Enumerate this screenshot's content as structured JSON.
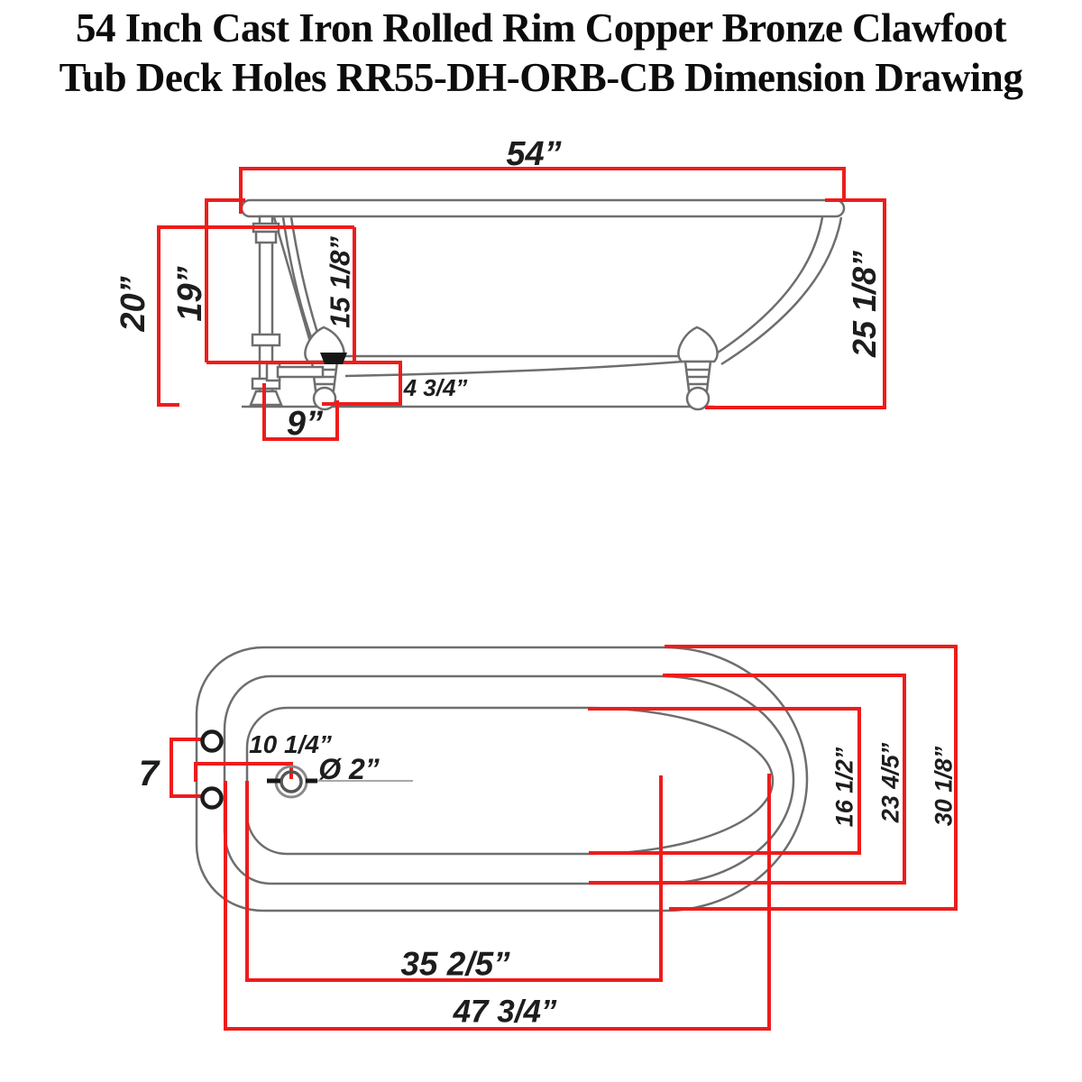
{
  "title": {
    "line1": "54 Inch Cast Iron Rolled Rim Copper Bronze Clawfoot",
    "line2": "Tub Deck Holes RR55-DH-ORB-CB Dimension Drawing"
  },
  "colors": {
    "dimension_red": "#ee1c1c",
    "drawing_gray": "#6e6e6e",
    "text_black": "#1d1d1d"
  },
  "side_view": {
    "labels": {
      "overall_length": "54”",
      "faucet_height": "20”",
      "rim_to_bottom": "19”",
      "interior_depth": "15 1/8”",
      "overall_height": "25 1/8”",
      "drain_to_floor": "4 3/4”",
      "drain_offset": "9”"
    }
  },
  "top_view": {
    "labels": {
      "faucet_hole_spacing": "7",
      "drain_from_end": "10 1/4”",
      "drain_diameter": "Ø 2”",
      "basin_width": "16 1/2”",
      "body_width": "23 4/5”",
      "overall_width": "30 1/8”",
      "basin_length": "35 2/5”",
      "body_length": "47 3/4”"
    }
  }
}
